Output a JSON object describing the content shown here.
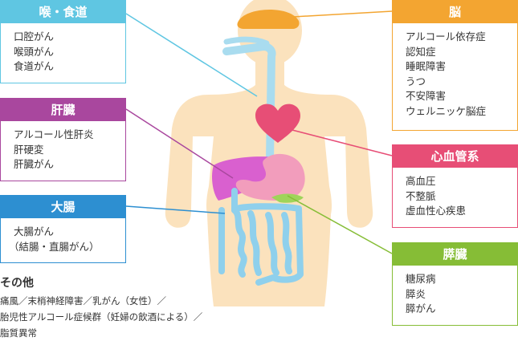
{
  "boxes": {
    "throat": {
      "title": "喉・食道",
      "items": [
        "口腔がん",
        "喉頭がん",
        "食道がん"
      ]
    },
    "liver": {
      "title": "肝臓",
      "items": [
        "アルコール性肝炎",
        "肝硬変",
        "肝臓がん"
      ]
    },
    "colon": {
      "title": "大腸",
      "items": [
        "大腸がん",
        "（結腸・直腸がん）"
      ]
    },
    "brain": {
      "title": "脳",
      "items": [
        "アルコール依存症",
        "認知症",
        "睡眠障害",
        "うつ",
        "不安障害",
        "ウェルニッケ脳症"
      ]
    },
    "cardio": {
      "title": "心血管系",
      "items": [
        "高血圧",
        "不整脈",
        "虚血性心疾患"
      ]
    },
    "pancreas": {
      "title": "膵臓",
      "items": [
        "糖尿病",
        "膵炎",
        "膵がん"
      ]
    }
  },
  "other": {
    "title": "その他",
    "lines": [
      "痛風／末梢神経障害／乳がん（女性）／",
      "胎児性アルコール症候群（妊婦の飲酒による）／",
      "脂質異常"
    ]
  },
  "colors": {
    "throat": "#5fc6e2",
    "liver": "#a9479e",
    "colon": "#2d8fd1",
    "brain": "#f3a531",
    "cardio": "#e74e76",
    "pancreas": "#86bd36",
    "body": "#fbe2bd"
  }
}
